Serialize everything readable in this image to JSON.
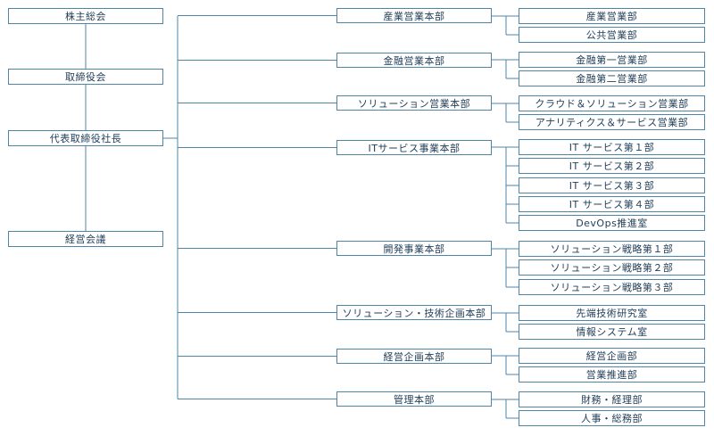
{
  "colors": {
    "line": "#4f86a8",
    "text": "#1f3c57",
    "background": "#ffffff"
  },
  "executive": [
    "株主総会",
    "取締役会",
    "代表取締役社長",
    "経営会議"
  ],
  "divisions": [
    {
      "name": "産業営業本部",
      "units": [
        "産業営業部",
        "公共営業部"
      ]
    },
    {
      "name": "金融営業本部",
      "units": [
        "金融第一営業部",
        "金融第二営業部"
      ]
    },
    {
      "name": "ソリューション営業本部",
      "units": [
        "クラウド＆ソリューション営業部",
        "アナリティクス＆サービス営業部"
      ]
    },
    {
      "name": "ITサービス事業本部",
      "units": [
        "IT サービス第１部",
        "IT サービス第２部",
        "IT サービス第３部",
        "IT サービス第４部",
        "DevOps推進室"
      ]
    },
    {
      "name": "開発事業本部",
      "units": [
        "ソリューション戦略第１部",
        "ソリューション戦略第２部",
        "ソリューション戦略第３部"
      ]
    },
    {
      "name": "ソリューション・技術企画本部",
      "units": [
        "先端技術研究室",
        "情報システム室"
      ]
    },
    {
      "name": "経営企画本部",
      "units": [
        "経営企画部",
        "営業推進部"
      ]
    },
    {
      "name": "管理本部",
      "units": [
        "財務・経理部",
        "人事・総務部"
      ]
    }
  ]
}
